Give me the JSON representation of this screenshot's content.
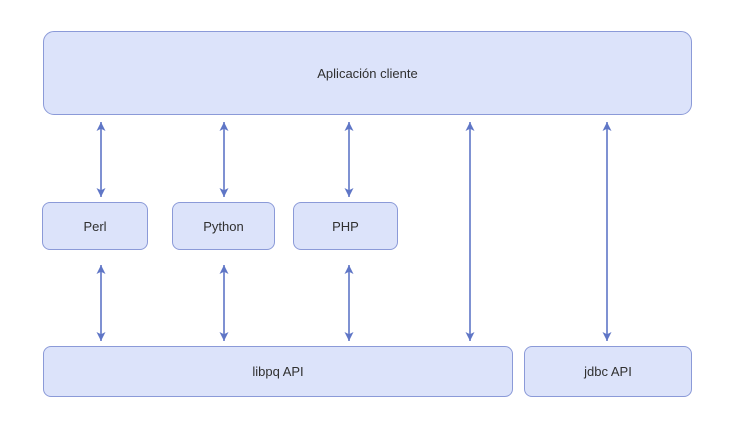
{
  "background": "#ffffff",
  "colors": {
    "node_fill": "#dce3fa",
    "node_border": "#8b9ad8",
    "arrow": "#5f76c6",
    "text": "#303030"
  },
  "diagram": {
    "title": "",
    "nodes": [
      {
        "id": "client",
        "label": "Aplicación cliente"
      },
      {
        "id": "perl",
        "label": "Perl"
      },
      {
        "id": "python",
        "label": "Python"
      },
      {
        "id": "php",
        "label": "PHP"
      },
      {
        "id": "libpq",
        "label": "libpq API"
      },
      {
        "id": "jdbc",
        "label": "jdbc API"
      }
    ],
    "edges": [
      {
        "from": "client",
        "to": "perl",
        "bidirectional": true
      },
      {
        "from": "client",
        "to": "python",
        "bidirectional": true
      },
      {
        "from": "client",
        "to": "php",
        "bidirectional": true
      },
      {
        "from": "client",
        "to": "libpq",
        "bidirectional": true
      },
      {
        "from": "client",
        "to": "jdbc",
        "bidirectional": true
      },
      {
        "from": "perl",
        "to": "libpq",
        "bidirectional": true
      },
      {
        "from": "python",
        "to": "libpq",
        "bidirectional": true
      },
      {
        "from": "php",
        "to": "libpq",
        "bidirectional": true
      }
    ]
  }
}
